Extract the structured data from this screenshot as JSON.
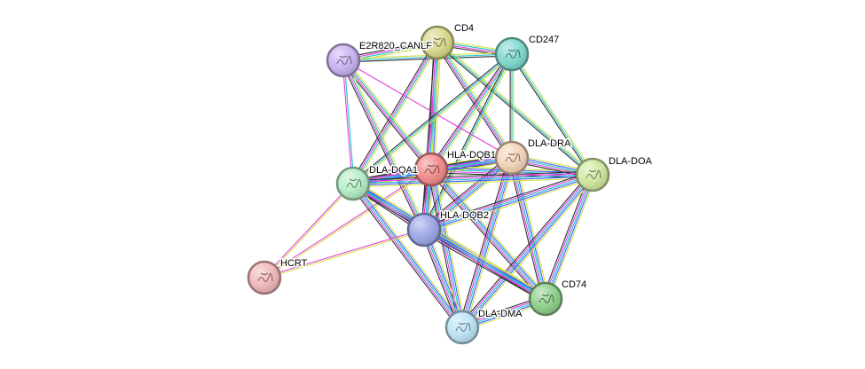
{
  "network": {
    "nodes": [
      {
        "id": "CD4",
        "label": "CD4",
        "color": "#d9d98c"
      },
      {
        "id": "CD247",
        "label": "CD247",
        "color": "#7fd9cf"
      },
      {
        "id": "E2R820_CANLF",
        "label": "E2R820_CANLF",
        "color": "#c9b3f2"
      },
      {
        "id": "HLA-DQB1",
        "label": "HLA-DQB1",
        "color": "#f28a8a"
      },
      {
        "id": "DLA-DRA",
        "label": "DLA-DRA",
        "color": "#f5d4b8"
      },
      {
        "id": "DLA-DOA",
        "label": "DLA-DOA",
        "color": "#d0e8a0"
      },
      {
        "id": "DLA-DQA1",
        "label": "DLA-DQA1",
        "color": "#b4eec4"
      },
      {
        "id": "HLA-DQB2",
        "label": "HLA-DQB2",
        "color": "#9ca6e6"
      },
      {
        "id": "HCRT",
        "label": "HCRT",
        "color": "#f2b8b8"
      },
      {
        "id": "CD74",
        "label": "CD74",
        "color": "#8ed08a"
      },
      {
        "id": "DLA-DMA",
        "label": "DLA-DMA",
        "color": "#bde4f7"
      }
    ],
    "edge_colors": [
      "#d4e040",
      "#4060ff",
      "#20c0d0",
      "#e040e0",
      "#303030"
    ],
    "edges": [
      {
        "source": "CD4",
        "target": "CD247",
        "channels": [
          0,
          2,
          3,
          4
        ]
      },
      {
        "source": "CD4",
        "target": "E2R820_CANLF",
        "channels": [
          0,
          2,
          3,
          4
        ]
      },
      {
        "source": "E2R820_CANLF",
        "target": "CD247",
        "channels": [
          0,
          2,
          4
        ]
      },
      {
        "source": "CD4",
        "target": "HLA-DQB1",
        "channels": [
          0,
          1,
          2,
          3,
          4
        ]
      },
      {
        "source": "CD4",
        "target": "DLA-DRA",
        "channels": [
          0,
          2,
          3,
          4
        ]
      },
      {
        "source": "CD4",
        "target": "DLA-DQA1",
        "channels": [
          0,
          2,
          3,
          4
        ]
      },
      {
        "source": "CD4",
        "target": "HLA-DQB2",
        "channels": [
          0,
          2,
          3,
          4
        ]
      },
      {
        "source": "CD4",
        "target": "DLA-DOA",
        "channels": [
          0,
          2,
          4
        ]
      },
      {
        "source": "CD247",
        "target": "HLA-DQB1",
        "channels": [
          0,
          2,
          3,
          4
        ]
      },
      {
        "source": "CD247",
        "target": "DLA-DRA",
        "channels": [
          0,
          2,
          4
        ]
      },
      {
        "source": "CD247",
        "target": "DLA-DQA1",
        "channels": [
          0,
          2,
          4
        ]
      },
      {
        "source": "CD247",
        "target": "HLA-DQB2",
        "channels": [
          0,
          2,
          4
        ]
      },
      {
        "source": "CD247",
        "target": "DLA-DOA",
        "channels": [
          0,
          2,
          4
        ]
      },
      {
        "source": "E2R820_CANLF",
        "target": "HLA-DQB1",
        "channels": [
          0,
          2,
          3,
          4
        ]
      },
      {
        "source": "E2R820_CANLF",
        "target": "DLA-DQA1",
        "channels": [
          2,
          3
        ]
      },
      {
        "source": "E2R820_CANLF",
        "target": "HLA-DQB2",
        "channels": [
          0,
          2,
          3,
          4
        ]
      },
      {
        "source": "E2R820_CANLF",
        "target": "DLA-DRA",
        "channels": [
          3
        ]
      },
      {
        "source": "HLA-DQB1",
        "target": "DLA-DRA",
        "channels": [
          0,
          1,
          2,
          3,
          4
        ]
      },
      {
        "source": "HLA-DQB1",
        "target": "DLA-DOA",
        "channels": [
          0,
          1,
          2,
          3,
          4
        ]
      },
      {
        "source": "HLA-DQB1",
        "target": "DLA-DQA1",
        "channels": [
          0,
          1,
          2,
          3,
          4
        ]
      },
      {
        "source": "HLA-DQB1",
        "target": "HLA-DQB2",
        "channels": [
          0,
          1,
          2,
          3,
          4
        ]
      },
      {
        "source": "HLA-DQB1",
        "target": "CD74",
        "channels": [
          0,
          1,
          2,
          3,
          4
        ]
      },
      {
        "source": "HLA-DQB1",
        "target": "DLA-DMA",
        "channels": [
          0,
          1,
          2,
          3,
          4
        ]
      },
      {
        "source": "HLA-DQB1",
        "target": "HCRT",
        "channels": [
          0,
          3
        ]
      },
      {
        "source": "DLA-DRA",
        "target": "DLA-DOA",
        "channels": [
          0,
          1,
          2,
          3,
          4
        ]
      },
      {
        "source": "DLA-DRA",
        "target": "DLA-DQA1",
        "channels": [
          0,
          1,
          2,
          3,
          4
        ]
      },
      {
        "source": "DLA-DRA",
        "target": "HLA-DQB2",
        "channels": [
          0,
          1,
          2,
          3,
          4
        ]
      },
      {
        "source": "DLA-DRA",
        "target": "CD74",
        "channels": [
          0,
          1,
          2,
          3,
          4
        ]
      },
      {
        "source": "DLA-DRA",
        "target": "DLA-DMA",
        "channels": [
          0,
          1,
          2,
          3,
          4
        ]
      },
      {
        "source": "DLA-DOA",
        "target": "DLA-DQA1",
        "channels": [
          0,
          1,
          2,
          3,
          4
        ]
      },
      {
        "source": "DLA-DOA",
        "target": "HLA-DQB2",
        "channels": [
          0,
          1,
          2,
          3,
          4
        ]
      },
      {
        "source": "DLA-DOA",
        "target": "CD74",
        "channels": [
          0,
          1,
          2,
          3,
          4
        ]
      },
      {
        "source": "DLA-DOA",
        "target": "DLA-DMA",
        "channels": [
          0,
          1,
          2,
          3,
          4
        ]
      },
      {
        "source": "DLA-DQA1",
        "target": "HLA-DQB2",
        "channels": [
          0,
          1,
          2,
          3,
          4
        ]
      },
      {
        "source": "DLA-DQA1",
        "target": "CD74",
        "channels": [
          0,
          1,
          2,
          3,
          4
        ]
      },
      {
        "source": "DLA-DQA1",
        "target": "DLA-DMA",
        "channels": [
          0,
          1,
          2,
          3,
          4
        ]
      },
      {
        "source": "DLA-DQA1",
        "target": "HCRT",
        "channels": [
          0,
          3
        ]
      },
      {
        "source": "HLA-DQB2",
        "target": "CD74",
        "channels": [
          0,
          1,
          2,
          3,
          4
        ]
      },
      {
        "source": "HLA-DQB2",
        "target": "DLA-DMA",
        "channels": [
          0,
          1,
          2,
          3,
          4
        ]
      },
      {
        "source": "HLA-DQB2",
        "target": "HCRT",
        "channels": [
          0,
          3
        ]
      },
      {
        "source": "CD74",
        "target": "DLA-DMA",
        "channels": [
          0,
          1,
          2,
          3,
          4
        ]
      }
    ]
  }
}
